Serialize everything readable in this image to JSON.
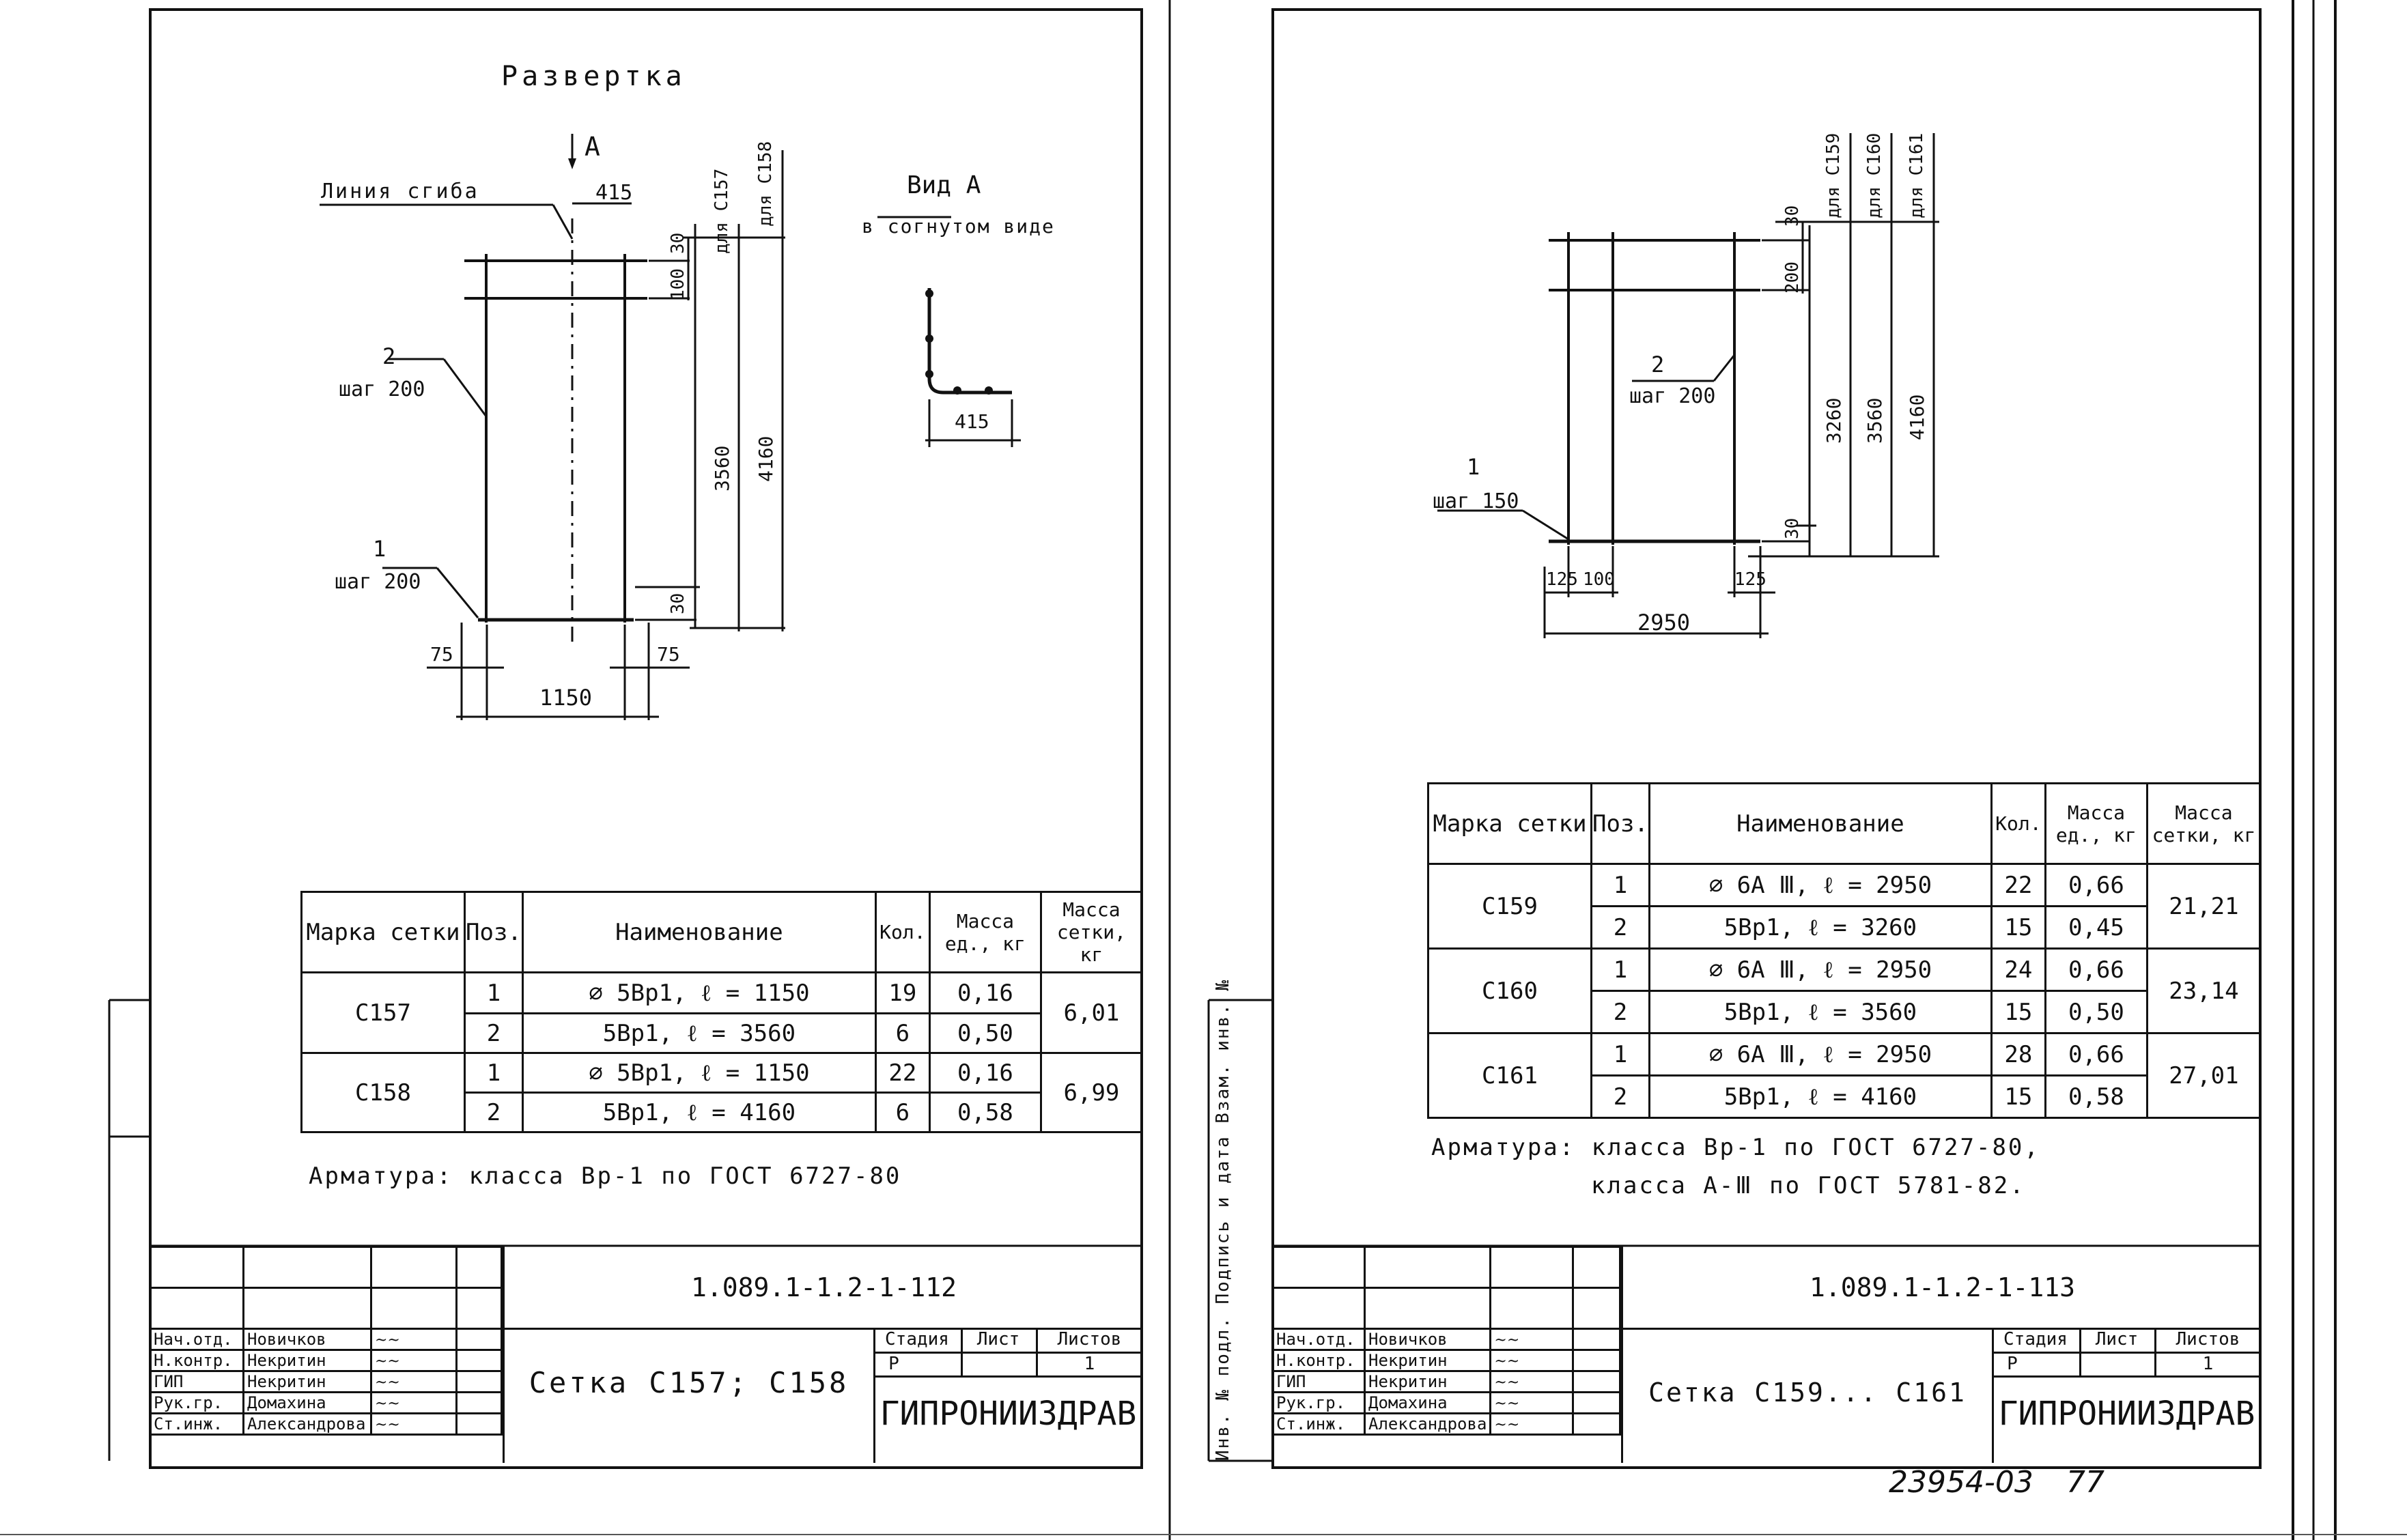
{
  "sheet1": {
    "view_title": "Развертка",
    "arrow_label": "А",
    "bend_line_label": "Линия сгиба",
    "view_a_title": "Вид А",
    "view_a_sub": "в согнутом виде",
    "pos2_num": "2",
    "pos2_step": "шаг 200",
    "pos1_num": "1",
    "pos1_step": "шаг 200",
    "dims": {
      "d415": "415",
      "d30a": "30",
      "d100": "100",
      "for_c157": "для С157",
      "for_c158": "для С158",
      "d3560": "3560",
      "d4160": "4160",
      "d30b": "30",
      "d75a": "75",
      "d75b": "75",
      "d1150": "1150",
      "viewa_415": "415"
    },
    "table": {
      "headers": [
        "Марка сетки",
        "Поз.",
        "Наименование",
        "Кол.",
        "Масса ед., кг",
        "Масса сетки, кг"
      ],
      "groups": [
        {
          "mark": "С157",
          "rows": [
            {
              "pos": "1",
              "name": "⌀ 5Вр1, ℓ = 1150",
              "qty": "19",
              "unit_mass": "0,16"
            },
            {
              "pos": "2",
              "name": "5Вр1, ℓ = 3560",
              "qty": "6",
              "unit_mass": "0,50"
            }
          ],
          "total": "6,01"
        },
        {
          "mark": "С158",
          "rows": [
            {
              "pos": "1",
              "name": "⌀ 5Вр1, ℓ = 1150",
              "qty": "22",
              "unit_mass": "0,16"
            },
            {
              "pos": "2",
              "name": "5Вр1, ℓ = 4160",
              "qty": "6",
              "unit_mass": "0,58"
            }
          ],
          "total": "6,99"
        }
      ]
    },
    "note": "Арматура: класса Вр-1 по ГОСТ 6727-80",
    "stamp": {
      "code": "1.089.1-1.2-1-112",
      "name": "Сетка С157; С158",
      "org": "ГИПРОНИИЗДРАВ",
      "stage_label": "Стадия",
      "sheet_label": "Лист",
      "sheets_label": "Листов",
      "stage": "Р",
      "sheet": "",
      "sheets": "1",
      "roles": [
        {
          "role": "Нач.отд.",
          "name": "Новичков"
        },
        {
          "role": "Н.контр.",
          "name": "Некритин"
        },
        {
          "role": "ГИП",
          "name": "Некритин"
        },
        {
          "role": "Рук.гр.",
          "name": "Домахина"
        },
        {
          "role": "Ст.инж.",
          "name": "Александрова"
        }
      ]
    }
  },
  "sheet2": {
    "pos2_num": "2",
    "pos2_step": "шаг 200",
    "pos1_num": "1",
    "pos1_step": "шаг 150",
    "dims": {
      "d30a": "30",
      "d200": "200",
      "for_c159": "для С159",
      "for_c160": "для С160",
      "for_c161": "для С161",
      "d3260": "3260",
      "d3560": "3560",
      "d4160": "4160",
      "d30b": "30",
      "d125a": "125",
      "d100": "100",
      "d125b": "125",
      "d2950": "2950"
    },
    "table": {
      "headers": [
        "Марка сетки",
        "Поз.",
        "Наименование",
        "Кол.",
        "Масса ед., кг",
        "Масса сетки, кг"
      ],
      "groups": [
        {
          "mark": "С159",
          "rows": [
            {
              "pos": "1",
              "name": "⌀ 6А Ⅲ, ℓ = 2950",
              "qty": "22",
              "unit_mass": "0,66"
            },
            {
              "pos": "2",
              "name": "5Вр1, ℓ = 3260",
              "qty": "15",
              "unit_mass": "0,45"
            }
          ],
          "total": "21,21"
        },
        {
          "mark": "С160",
          "rows": [
            {
              "pos": "1",
              "name": "⌀ 6А Ⅲ, ℓ = 2950",
              "qty": "24",
              "unit_mass": "0,66"
            },
            {
              "pos": "2",
              "name": "5Вр1, ℓ = 3560",
              "qty": "15",
              "unit_mass": "0,50"
            }
          ],
          "total": "23,14"
        },
        {
          "mark": "С161",
          "rows": [
            {
              "pos": "1",
              "name": "⌀ 6А Ⅲ, ℓ = 2950",
              "qty": "28",
              "unit_mass": "0,66"
            },
            {
              "pos": "2",
              "name": "5Вр1, ℓ = 4160",
              "qty": "15",
              "unit_mass": "0,58"
            }
          ],
          "total": "27,01"
        }
      ]
    },
    "note_line1": "Арматура: класса Вр-1 по ГОСТ 6727-80,",
    "note_line2": "класса А-Ⅲ по ГОСТ 5781-82.",
    "stamp": {
      "code": "1.089.1-1.2-1-113",
      "name": "Сетка С159... С161",
      "org": "ГИПРОНИИЗДРАВ",
      "stage_label": "Стадия",
      "sheet_label": "Лист",
      "sheets_label": "Листов",
      "stage": "Р",
      "sheet": "",
      "sheets": "1",
      "roles": [
        {
          "role": "Нач.отд.",
          "name": "Новичков"
        },
        {
          "role": "Н.контр.",
          "name": "Некритин"
        },
        {
          "role": "ГИП",
          "name": "Некритин"
        },
        {
          "role": "Рук.гр.",
          "name": "Домахина"
        },
        {
          "role": "Ст.инж.",
          "name": "Александрова"
        }
      ]
    },
    "side_stamp": "Инв. № подл.  Подпись и дата  Взам. инв. №",
    "archive_number": "23954-03",
    "page_number": "77"
  }
}
